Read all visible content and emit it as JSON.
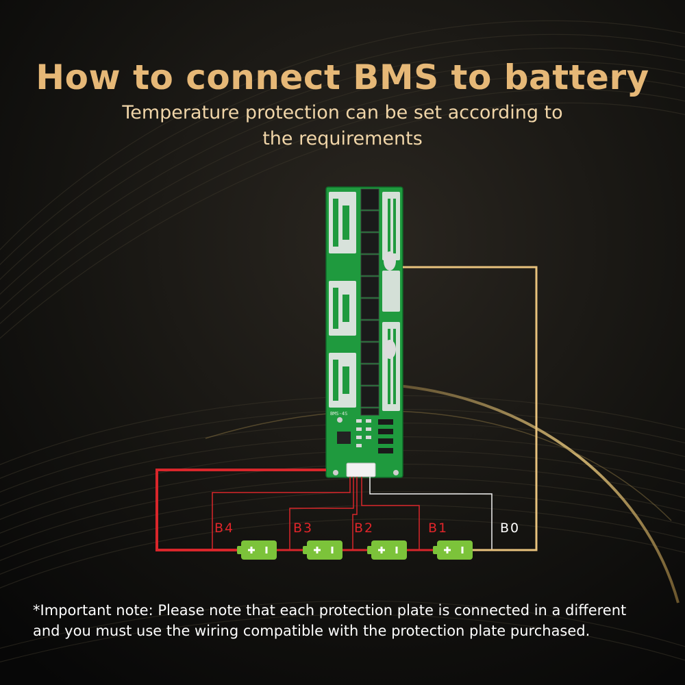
{
  "header": {
    "title": "How to connect BMS to battery",
    "subtitle_line1": "Temperature protection can be set according to",
    "subtitle_line2": "the requirements"
  },
  "diagram": {
    "board_silkscreen": "BMS-4S",
    "wire_labels": [
      {
        "text": "B4",
        "color": "#e0252a"
      },
      {
        "text": "B3",
        "color": "#e0252a"
      },
      {
        "text": "B2",
        "color": "#e0252a"
      },
      {
        "text": "B1",
        "color": "#e0252a"
      },
      {
        "text": "B0",
        "color": "#ffffff"
      }
    ],
    "cell_count": 4,
    "cell_color": "#7cc33a",
    "colors": {
      "main_wire": "#d9262b",
      "balance_wire": "#d9262b",
      "b0_wire": "#ffffff",
      "sensor_wire": "#e8c27d",
      "pcb": "#1f9a3e",
      "accent_gold": "#e6b877"
    }
  },
  "note": {
    "line1": "*Important note: Please note that each protection plate is connected in a different",
    "line2": "and you must use the wiring compatible with the protection plate purchased."
  }
}
